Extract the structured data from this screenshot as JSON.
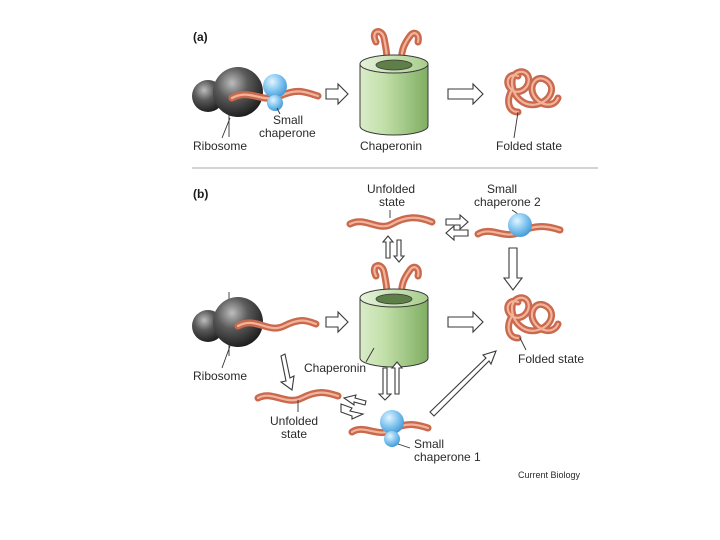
{
  "panels": {
    "a": {
      "label": "(a)",
      "labels": {
        "ribosome": "Ribosome",
        "small_chaperone": [
          "Small",
          "chaperone"
        ],
        "chaperonin": "Chaperonin",
        "folded_state": "Folded state"
      }
    },
    "b": {
      "label": "(b)",
      "labels": {
        "unfolded_state_top": [
          "Unfolded",
          "state"
        ],
        "small_chaperone_2": [
          "Small",
          "chaperone 2"
        ],
        "ribosome": "Ribosome",
        "chaperonin": "Chaperonin",
        "folded_state": "Folded state",
        "unfolded_state_bottom": [
          "Unfolded",
          "state"
        ],
        "small_chaperone_1": [
          "Small",
          "chaperone 1"
        ]
      }
    }
  },
  "credit": "Current Biology",
  "colors": {
    "chain": "#c96a4e",
    "chaperone": "#5fb3ea",
    "chaperonin": "#a9d28c",
    "ribosome": "#3a3a3a",
    "divider": "#b9b9b9"
  }
}
